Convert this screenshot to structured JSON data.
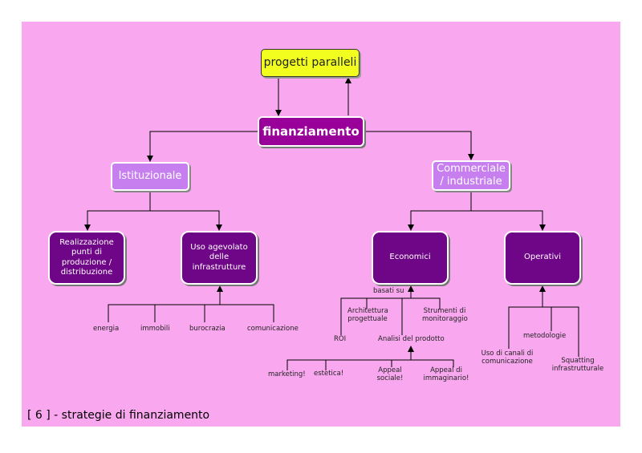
{
  "title": "[ 6 ] - strategie di finanziamento",
  "nodes": {
    "progetti": "progetti paralleli",
    "finanziamento": "finanziamento",
    "istituzionale": "Istituzionale",
    "commerciale": "Commerciale / industriale",
    "realizzazione": "Realizzazione punti di produzione / distribuzione",
    "uso_agevolato": "Uso agevolato delle infrastrutture",
    "economici": "Economici",
    "operativi": "Operativi"
  },
  "leaves": {
    "energia": "energia",
    "immobili": "immobili",
    "burocrazia": "burocrazia",
    "comunicazione": "comunicazione",
    "basati_su": "basati su",
    "architettura": "Architettura progettuale",
    "strumenti": "Strumenti di monitoraggio",
    "roi": "ROI",
    "analisi": "Analisi del prodotto",
    "marketing": "marketing!",
    "estetica": "estetica!",
    "appeal_sociale": "Appeal sociale!",
    "appeal_immaginario": "Appeal di immaginario!",
    "metodologie": "metodologie",
    "uso_canali": "Uso di canali di comunicazione",
    "squatting": "Squatting infrastrutturale"
  }
}
